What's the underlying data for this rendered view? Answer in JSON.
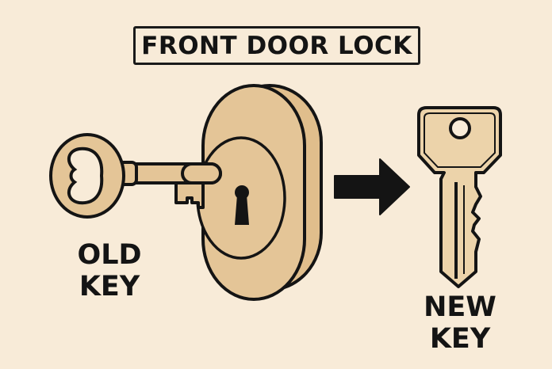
{
  "title": "FRONT DOOR LOCK",
  "labels": {
    "old_key_line1": "OLD",
    "old_key_line2": "KEY",
    "new_key_line1": "NEW",
    "new_key_line2": "KEY"
  },
  "colors": {
    "background": "#f8ebd8",
    "metal": "#e4c597",
    "metal_light": "#ecd3aa",
    "outline": "#141414"
  },
  "icons": [
    "old-key-icon",
    "lock-icon",
    "keyhole-icon",
    "arrow-right-icon",
    "new-key-icon"
  ]
}
